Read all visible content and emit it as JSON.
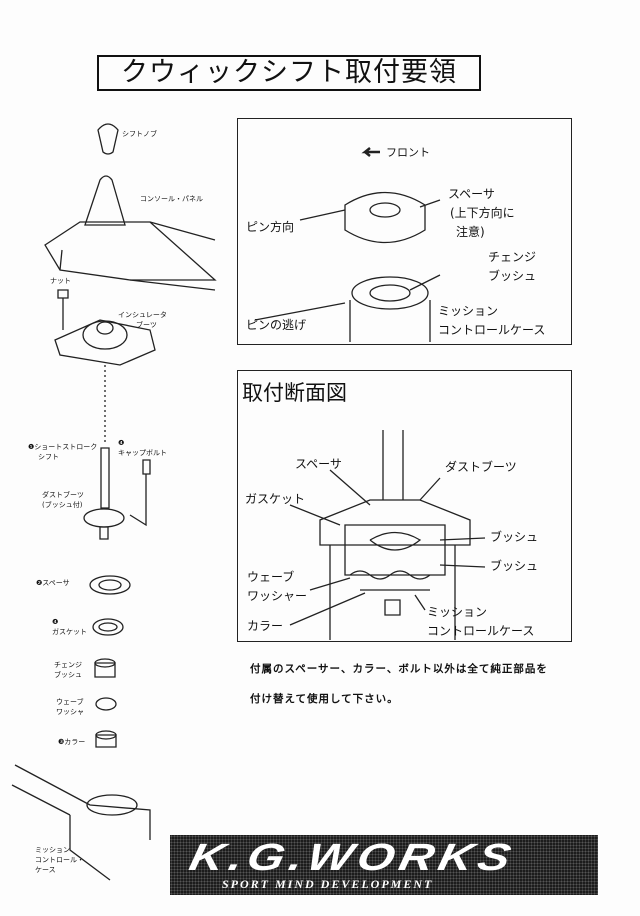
{
  "title": "クウィックシフト取付要領",
  "exploded_view": {
    "shift_knob": "シフトノブ",
    "console_panel": "コンソール・パネル",
    "nut": "ナット",
    "insulator_boot": [
      "インシュレータ",
      "ブーツ"
    ],
    "short_stroke_shift": [
      "❶ショートストローク",
      "シフト"
    ],
    "cap_bolt": [
      "❹",
      "キャップボルト"
    ],
    "dust_boot": [
      "ダストブーツ",
      "(ブッシュ付)"
    ],
    "spacer": "❷スペーサ",
    "gasket": [
      "❹",
      "ガスケット"
    ],
    "change_bush": [
      "チェンジ",
      "ブッシュ"
    ],
    "wave_washer": [
      "ウェーブ",
      "ワッシャ"
    ],
    "collar": "❸カラー",
    "mission_case": [
      "ミッション",
      "コントロール・",
      "ケース"
    ]
  },
  "top_box": {
    "front": "フロント",
    "spacer": "スペーサ",
    "caution": [
      "(上下方向に",
      "注意)"
    ],
    "pin_direction": "ピン方向",
    "change_bush": [
      "チェンジ",
      "ブッシュ"
    ],
    "pin_relief": "ピンの逃げ",
    "mission_case": [
      "ミッション",
      "コントロールケース"
    ]
  },
  "section_box": {
    "heading": "取付断面図",
    "spacer": "スペーサ",
    "dust_boot": "ダストブーツ",
    "gasket": "ガスケット",
    "bush1": "ブッシュ",
    "bush2": "ブッシュ",
    "wave_washer": [
      "ウェーブ",
      "ワッシャー"
    ],
    "collar": "カラー",
    "mission_case": [
      "ミッション",
      "コントロールケース"
    ]
  },
  "note": [
    "付属のスペーサー、カラー、ボルト以外は全て純正部品を",
    "付け替えて使用して下さい。"
  ],
  "logo": {
    "brand": "K.G.WORKS",
    "tagline": "SPORT MIND DEVELOPMENT"
  }
}
